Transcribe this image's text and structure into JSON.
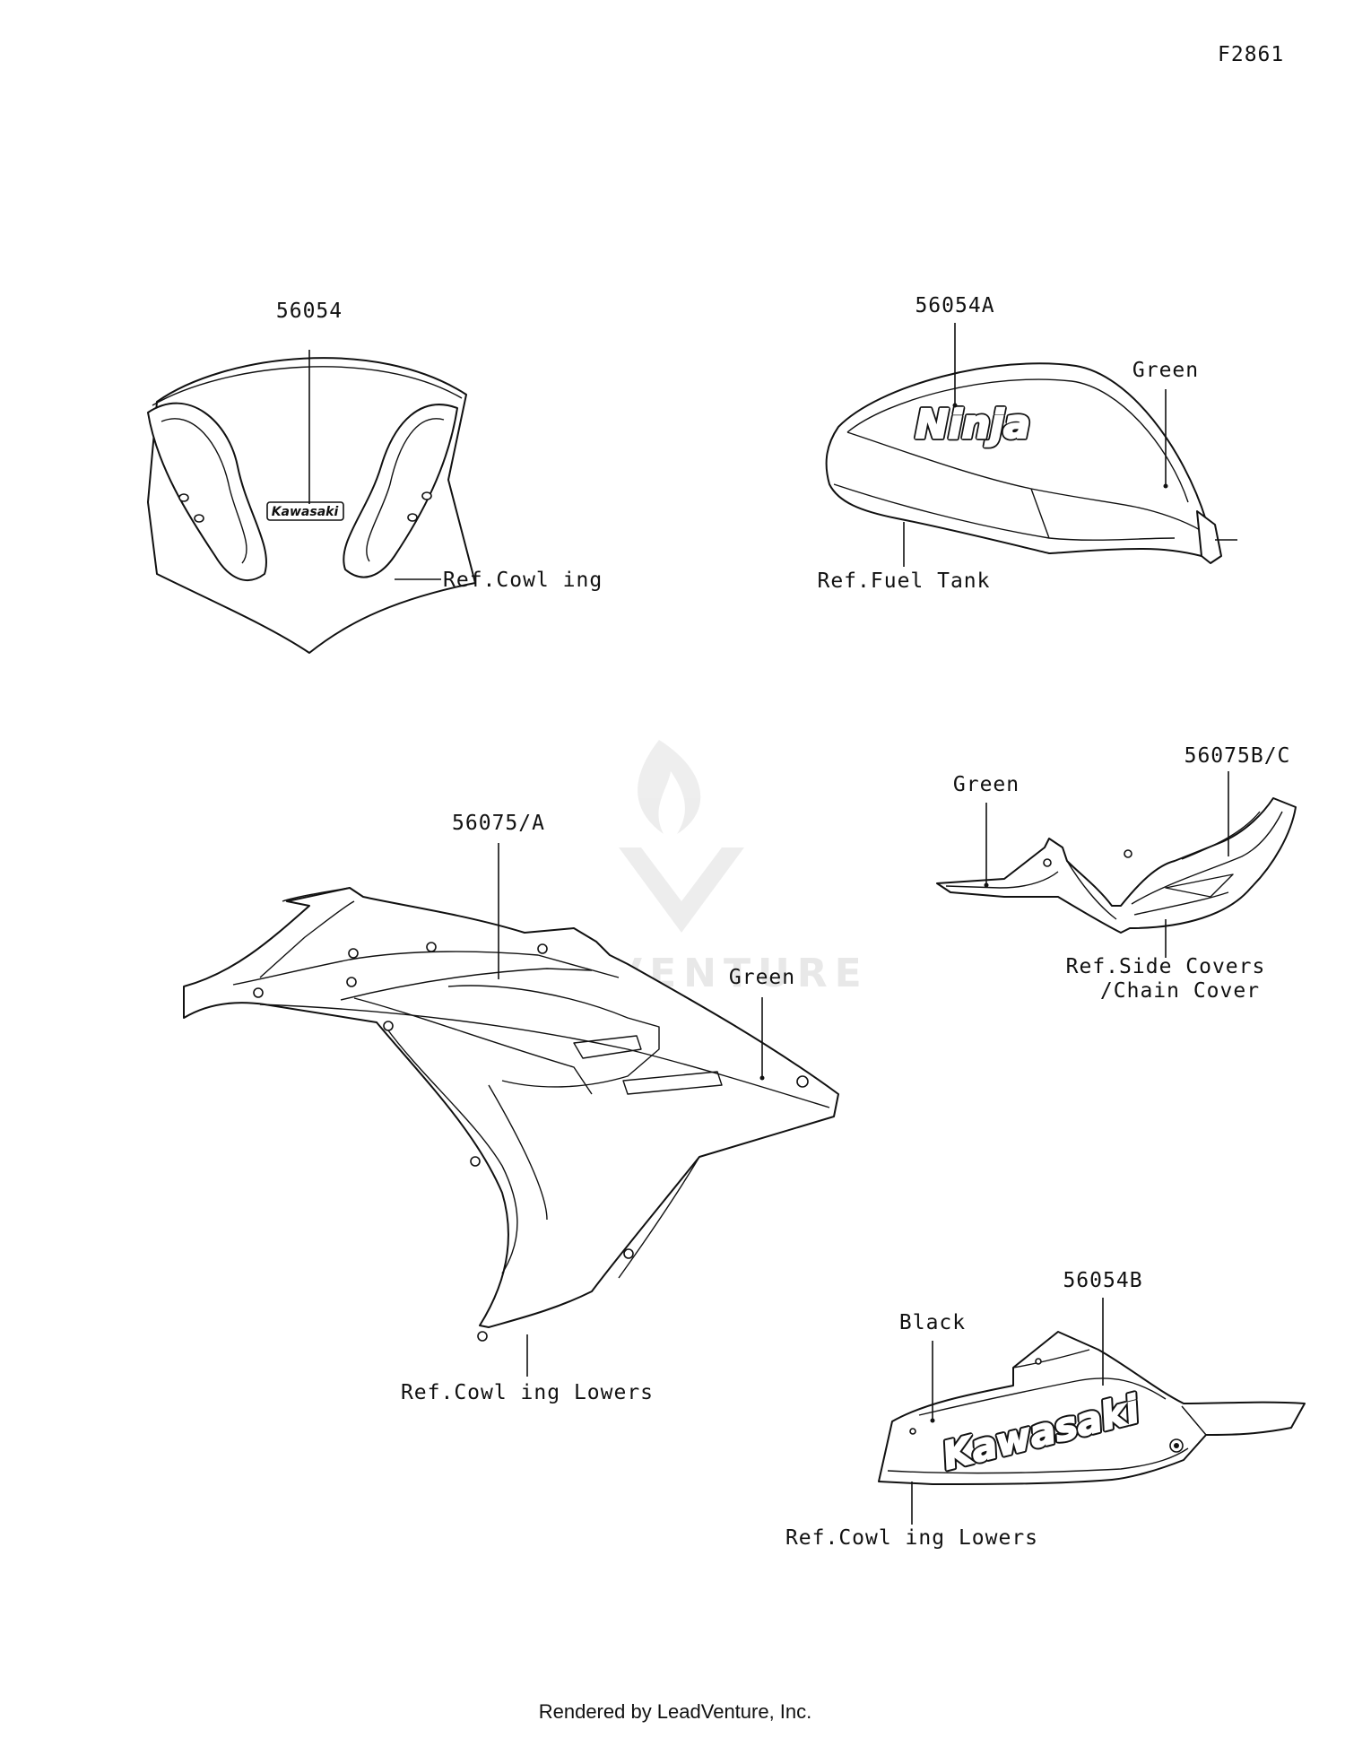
{
  "diagram_id": "F2861",
  "watermark": "LEADVENTURE",
  "footer": "Rendered by LeadVenture, Inc.",
  "callouts": {
    "windshield_part": "56054",
    "windshield_ref": "Ref.Cowl ing",
    "windshield_decal": "Kawasaki",
    "tank_part": "56054A",
    "tank_color": "Green",
    "tank_ref": "Ref.Fuel Tank",
    "tank_decal": "Ninja",
    "cowl_part": "56075/A",
    "cowl_color": "Green",
    "cowl_ref": "Ref.Cowl ing Lowers",
    "side_part": "56075B/C",
    "side_color": "Green",
    "side_ref_line1": "Ref.Side Covers",
    "side_ref_line2": "/Chain Cover",
    "lower_part": "56054B",
    "lower_color": "Black",
    "lower_ref": "Ref.Cowl ing Lowers",
    "lower_decal": "Kawasaki"
  }
}
